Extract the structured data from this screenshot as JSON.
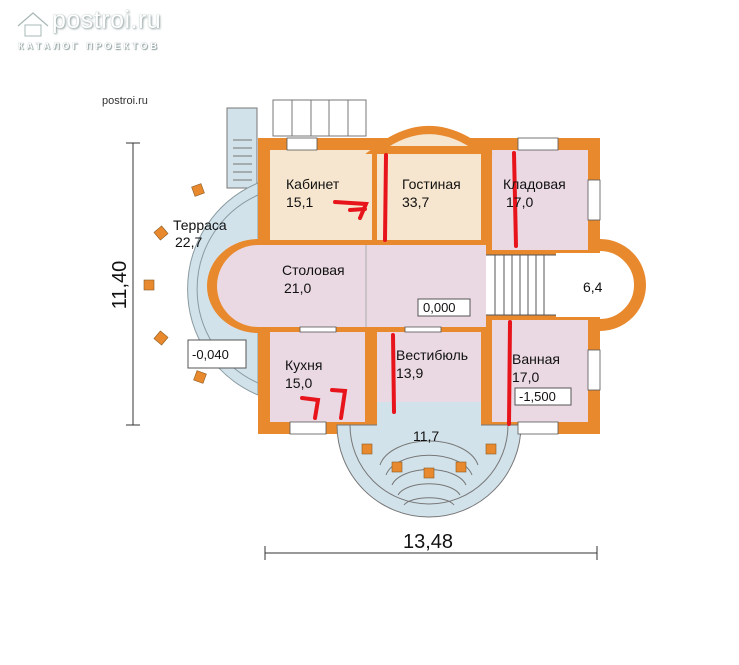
{
  "header": {
    "site_name": "postroi.ru",
    "subtitle": "КАТАЛОГ ПРОЕКТОВ",
    "small_url": "postroi.ru"
  },
  "dimensions": {
    "height": "11,40",
    "width": "13,48"
  },
  "rooms": {
    "terrace": {
      "name": "Терраса",
      "area": "22,7"
    },
    "study": {
      "name": "Кабинет",
      "area": "15,1"
    },
    "living": {
      "name": "Гостиная",
      "area": "33,7"
    },
    "pantry": {
      "name": "Кладовая",
      "area": "17,0"
    },
    "dining": {
      "name": "Столовая",
      "area": "21,0"
    },
    "kitchen": {
      "name": "Кухня",
      "area": "15,0"
    },
    "vestibule": {
      "name": "Вестибюль",
      "area": "13,9"
    },
    "bathroom": {
      "name": "Ванная",
      "area": "17,0"
    },
    "porch": {
      "area": "11,7"
    },
    "right_bay": {
      "area": "6,4"
    }
  },
  "levels": {
    "main": "0,000",
    "terrace": "-0,040",
    "bathroom": "-1,500"
  },
  "colors": {
    "wall": "#e8892e",
    "study_floor": "#f7e6cf",
    "room_floor": "#ead9e2",
    "terrace_floor": "#d2e2ea",
    "annotation": "#e8141b"
  }
}
